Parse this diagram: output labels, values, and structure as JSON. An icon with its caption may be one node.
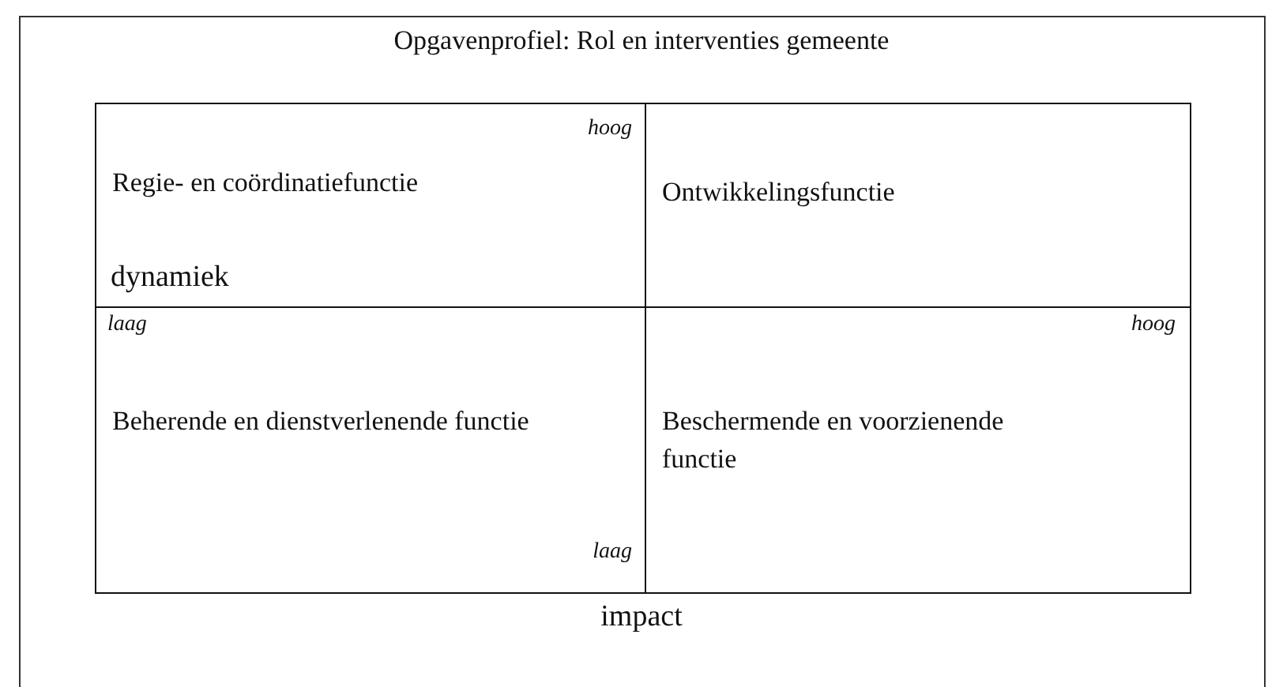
{
  "diagram": {
    "title": "Opgavenprofiel: Rol en interventies gemeente",
    "nodes": [
      {
        "text": [
          "Regie- en coördinatiefunctie"
        ]
      },
      {
        "text": [
          "Ontwikkelingsfunctie"
        ]
      },
      {
        "text": [
          "Beherende en dienstverlenende functie"
        ]
      },
      {
        "text": [
          "Beschermende en voorzienende functie"
        ]
      }
    ],
    "labels": [
      "hoog",
      "dynamiek",
      "laag",
      "hoog",
      "laag",
      "impact"
    ]
  }
}
